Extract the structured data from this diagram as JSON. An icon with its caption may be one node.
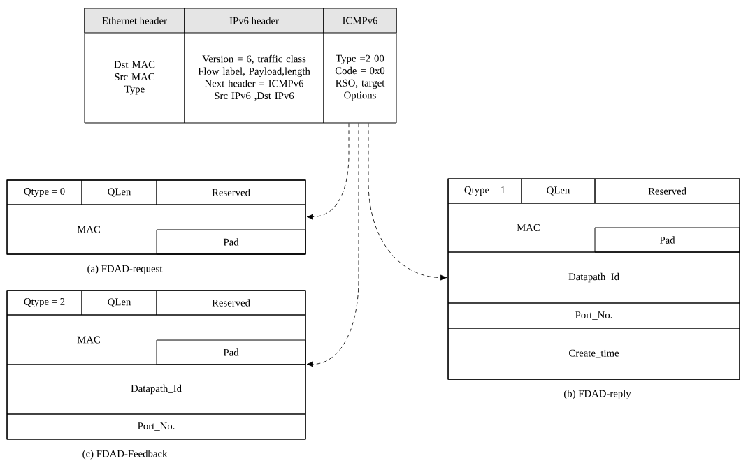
{
  "diagram": {
    "nodes": [
      {
        "text": [
          "Ethernet header",
          "Dst MAC Src MAC Type"
        ]
      },
      {
        "text": [
          "IPv6 header",
          "Version = 6, traffic class Flow label, Payload,length Next header = ICMPv6 Src IPv6 ,Dst IPv6"
        ]
      },
      {
        "text": [
          "ICMPv6",
          "Type =2 00 Code = 0x0 RSO, target Options"
        ]
      },
      {
        "text": [],
        "shape": "box",
        "beside": [
          "(a) FDAD-request"
        ]
      },
      {
        "text": [
          "Qtype = 0"
        ],
        "in": 3
      },
      {
        "text": [
          "QLen"
        ],
        "in": 3
      },
      {
        "text": [
          "Reserved"
        ],
        "in": 3
      },
      {
        "text": [
          "MAC"
        ],
        "in": 3
      },
      {
        "text": [
          "Pad"
        ],
        "in": 7
      },
      {
        "text": [],
        "shape": "box",
        "beside": [
          "(b) FDAD-reply"
        ]
      },
      {
        "text": [
          "Qtype = 1"
        ],
        "in": 9
      },
      {
        "text": [
          "QLen"
        ],
        "in": 9
      },
      {
        "text": [
          "Reserved"
        ],
        "in": 9
      },
      {
        "text": [
          "MAC"
        ],
        "in": 9
      },
      {
        "text": [
          "Pad"
        ],
        "in": 13
      },
      {
        "text": [
          "Datapath_Id"
        ],
        "in": 9
      },
      {
        "text": [
          "Port_No."
        ],
        "in": 9
      },
      {
        "text": [
          "Create_time"
        ],
        "in": 9
      },
      {
        "text": [],
        "shape": "box",
        "beside": [
          "(c) FDAD-Feedback"
        ]
      },
      {
        "text": [
          "Qtype = 2"
        ],
        "in": 18
      },
      {
        "text": [
          "QLen"
        ],
        "in": 18
      },
      {
        "text": [
          "Reserved"
        ],
        "in": 18
      },
      {
        "text": [
          "MAC"
        ],
        "in": 18
      },
      {
        "text": [
          "Pad"
        ],
        "in": 22
      },
      {
        "text": [
          "Datapath_Id"
        ],
        "in": 18
      },
      {
        "text": [
          "Port_No."
        ],
        "in": 18
      }
    ],
    "edges": [
      {
        "from": 2,
        "to": 7,
        "arrow": "to",
        "style": "dashed"
      },
      {
        "from": 2,
        "to": 15,
        "arrow": "to",
        "style": "dashed"
      },
      {
        "from": 2,
        "to": 24,
        "arrow": "to",
        "style": "dashed"
      }
    ]
  }
}
